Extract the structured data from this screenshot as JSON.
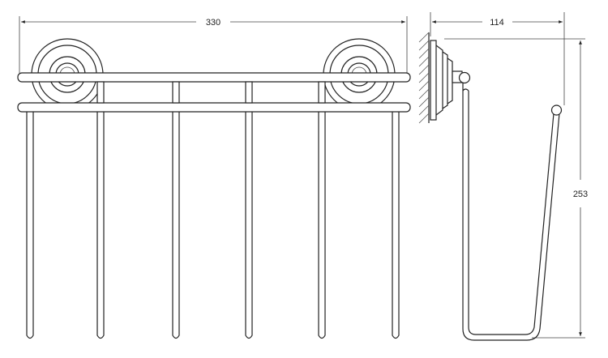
{
  "dimensions": {
    "front_width": "330",
    "side_depth": "114",
    "side_height": "253"
  }
}
